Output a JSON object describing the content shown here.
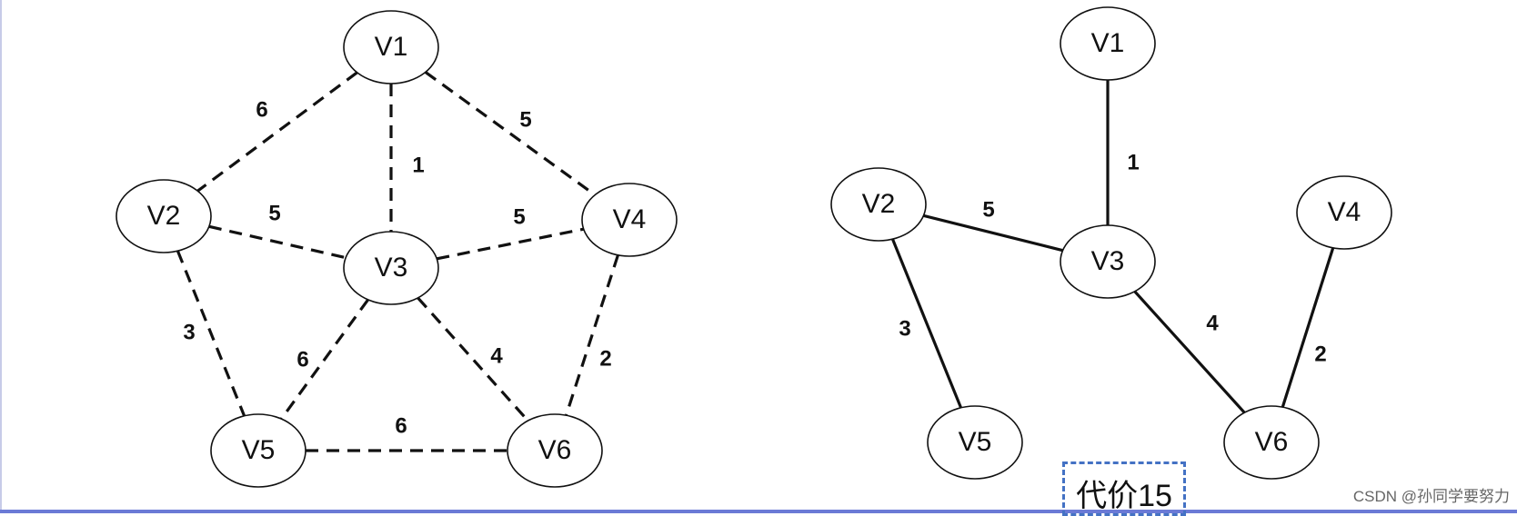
{
  "graphs": [
    {
      "id": "original-graph",
      "style": "dashed",
      "nodes": [
        "V1",
        "V2",
        "V3",
        "V4",
        "V5",
        "V6"
      ],
      "edges": [
        {
          "from": "V1",
          "to": "V2",
          "weight": "6"
        },
        {
          "from": "V1",
          "to": "V3",
          "weight": "1"
        },
        {
          "from": "V1",
          "to": "V4",
          "weight": "5"
        },
        {
          "from": "V2",
          "to": "V3",
          "weight": "5"
        },
        {
          "from": "V3",
          "to": "V4",
          "weight": "5"
        },
        {
          "from": "V2",
          "to": "V5",
          "weight": "3"
        },
        {
          "from": "V3",
          "to": "V5",
          "weight": "6"
        },
        {
          "from": "V3",
          "to": "V6",
          "weight": "4"
        },
        {
          "from": "V4",
          "to": "V6",
          "weight": "2"
        },
        {
          "from": "V5",
          "to": "V6",
          "weight": "6"
        }
      ]
    },
    {
      "id": "spanning-tree",
      "style": "solid",
      "nodes": [
        "V1",
        "V2",
        "V3",
        "V4",
        "V5",
        "V6"
      ],
      "edges": [
        {
          "from": "V1",
          "to": "V3",
          "weight": "1"
        },
        {
          "from": "V2",
          "to": "V3",
          "weight": "5"
        },
        {
          "from": "V2",
          "to": "V5",
          "weight": "3"
        },
        {
          "from": "V3",
          "to": "V6",
          "weight": "4"
        },
        {
          "from": "V4",
          "to": "V6",
          "weight": "2"
        }
      ]
    }
  ],
  "cost_label": "代价15",
  "watermark": "CSDN @孙同学要努力"
}
